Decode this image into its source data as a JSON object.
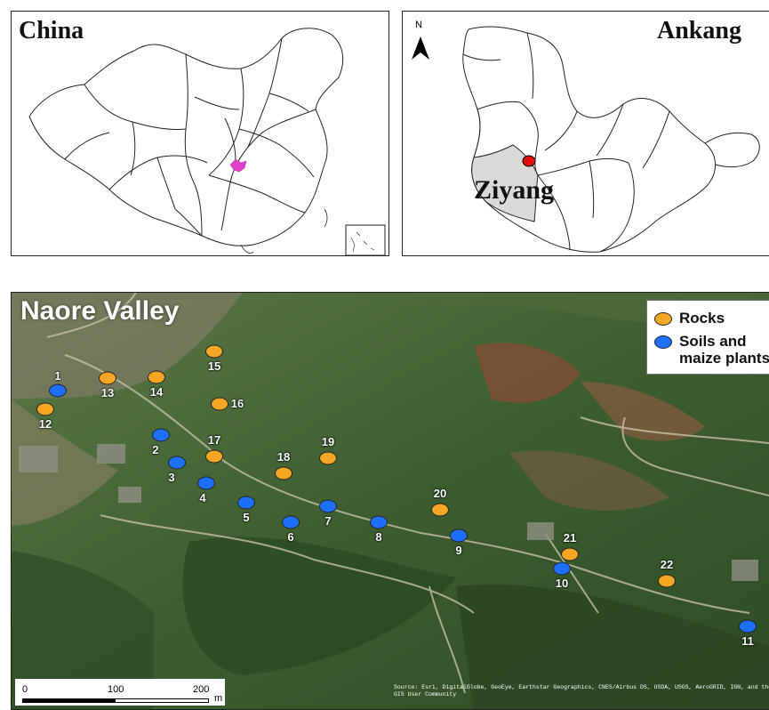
{
  "china_panel": {
    "title": "China"
  },
  "ankang_panel": {
    "title": "Ankang",
    "district_label": "Ziyang",
    "north_label": "N"
  },
  "valley_panel": {
    "title": "Naore Valley",
    "legend": [
      {
        "label": "Rocks",
        "color": "#f5a623"
      },
      {
        "label": "Soils and maize plants",
        "color": "#1f6fff"
      }
    ],
    "scale": {
      "ticks": [
        "0",
        "100",
        "200"
      ],
      "unit": "m"
    },
    "source": "Source: Esri, DigitalGlobe, GeoEye, Earthstar Geographics, CNES/Airbus DS, USDA, USGS, AeroGRID, IGN, and the GIS User Community"
  },
  "sites": [
    {
      "label": "1",
      "type": "soil"
    },
    {
      "label": "2",
      "type": "soil"
    },
    {
      "label": "3",
      "type": "soil"
    },
    {
      "label": "4",
      "type": "soil"
    },
    {
      "label": "5",
      "type": "soil"
    },
    {
      "label": "6",
      "type": "soil"
    },
    {
      "label": "7",
      "type": "soil"
    },
    {
      "label": "8",
      "type": "soil"
    },
    {
      "label": "9",
      "type": "soil"
    },
    {
      "label": "10",
      "type": "soil"
    },
    {
      "label": "11",
      "type": "soil"
    },
    {
      "label": "12",
      "type": "rock"
    },
    {
      "label": "13",
      "type": "rock"
    },
    {
      "label": "14",
      "type": "rock"
    },
    {
      "label": "15",
      "type": "rock"
    },
    {
      "label": "16",
      "type": "rock"
    },
    {
      "label": "17",
      "type": "rock"
    },
    {
      "label": "18",
      "type": "rock"
    },
    {
      "label": "19",
      "type": "rock"
    },
    {
      "label": "20",
      "type": "rock"
    },
    {
      "label": "21",
      "type": "rock"
    },
    {
      "label": "22",
      "type": "rock"
    }
  ],
  "colors": {
    "rock": "#f5a623",
    "soil": "#1f6fff",
    "highlight_province": "#e040c8",
    "ziyang_fill": "#d9d9d9",
    "ziyang_marker": "#e01010"
  }
}
